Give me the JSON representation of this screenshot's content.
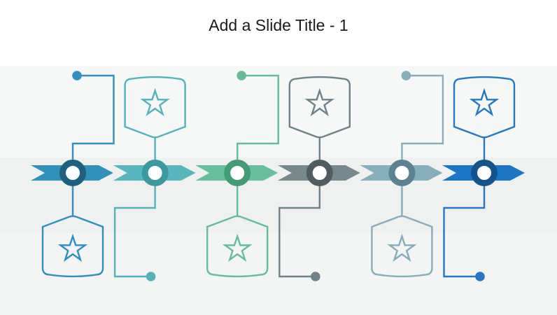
{
  "slide": {
    "title": "Add a Slide Title - 1",
    "title_color": "#1b1b1b"
  },
  "timeline": {
    "milestones": [
      {
        "id": 1,
        "badge_side": "below",
        "dot_side": "above",
        "icon": "star",
        "colors": {
          "chevron": "#3191bb",
          "ring": "#1e6080",
          "accent": "#2e8fc0"
        }
      },
      {
        "id": 2,
        "badge_side": "above",
        "dot_side": "below",
        "icon": "star",
        "colors": {
          "chevron": "#57b7bd",
          "ring": "#3d99a0",
          "accent": "#52b4ba"
        }
      },
      {
        "id": 3,
        "badge_side": "below",
        "dot_side": "above",
        "icon": "star",
        "colors": {
          "chevron": "#68bf9d",
          "ring": "#429d76",
          "accent": "#63bd99"
        }
      },
      {
        "id": 4,
        "badge_side": "above",
        "dot_side": "below",
        "icon": "star",
        "colors": {
          "chevron": "#78898d",
          "ring": "#4f5c60",
          "accent": "#6f8289"
        }
      },
      {
        "id": 5,
        "badge_side": "below",
        "dot_side": "above",
        "icon": "star",
        "colors": {
          "chevron": "#86aebb",
          "ring": "#5b8292",
          "accent": "#88acba"
        }
      },
      {
        "id": 6,
        "badge_side": "above",
        "dot_side": "below",
        "icon": "star",
        "colors": {
          "chevron": "#1c76c5",
          "ring": "#14538c",
          "accent": "#2478c4"
        }
      }
    ]
  }
}
